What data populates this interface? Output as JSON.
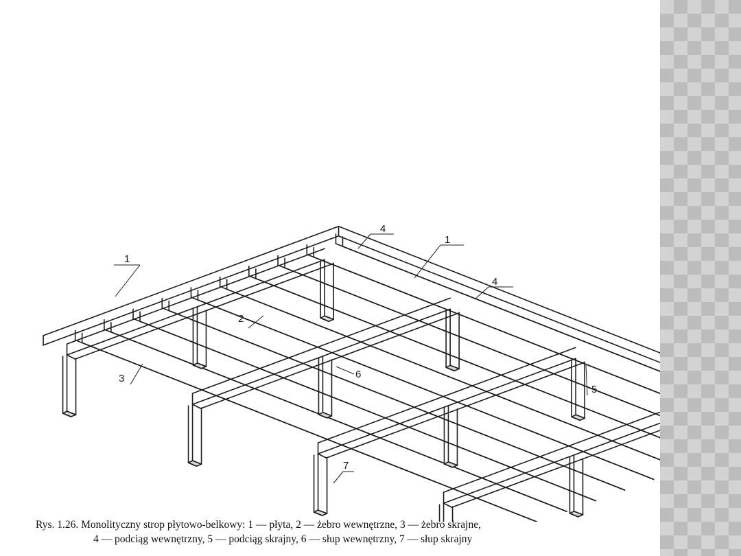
{
  "figure": {
    "labels": {
      "l1a": "1",
      "l1b": "1",
      "l2": "2",
      "l3": "3",
      "l4a": "4",
      "l4b": "4",
      "l5": "5",
      "l6": "6",
      "l7": "7"
    },
    "caption": {
      "line1": "Rys. 1.26. Monolityczny strop płytowo-belkowy: 1 — płyta, 2 — żebro wewnętrzne, 3 — żebro skrajne,",
      "line2": "4 — podciąg wewnętrzny, 5 — podciąg skrajny, 6 — słup wewnętrzny, 7 — słup skrajny"
    }
  }
}
